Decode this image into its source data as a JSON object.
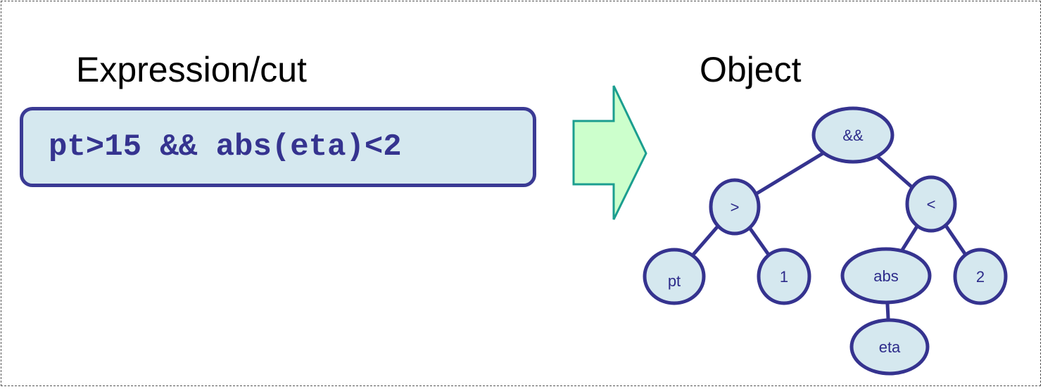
{
  "left_heading": "Expression/cut",
  "right_heading": "Object",
  "expression": "pt>15 && abs(eta)<2",
  "colors": {
    "box_fill": "#d5e8ef",
    "box_border": "#3a3a94",
    "expression_text": "#35338f",
    "arrow_fill": "#ccffcc",
    "arrow_border": "#1b9e8f",
    "node_fill": "#d5e8ef",
    "node_border": "#35338f",
    "node_text": "#2d2b8a"
  },
  "tree": {
    "nodes": [
      {
        "id": "and",
        "label": "&&"
      },
      {
        "id": "gt",
        "label": ">"
      },
      {
        "id": "lt",
        "label": "<"
      },
      {
        "id": "pt",
        "label": "pt"
      },
      {
        "id": "one",
        "label": "1"
      },
      {
        "id": "abs",
        "label": "abs"
      },
      {
        "id": "two",
        "label": "2"
      },
      {
        "id": "eta",
        "label": "eta"
      }
    ],
    "edges": [
      [
        "and",
        "gt"
      ],
      [
        "and",
        "lt"
      ],
      [
        "gt",
        "pt"
      ],
      [
        "gt",
        "one"
      ],
      [
        "lt",
        "abs"
      ],
      [
        "lt",
        "two"
      ],
      [
        "abs",
        "eta"
      ]
    ]
  }
}
